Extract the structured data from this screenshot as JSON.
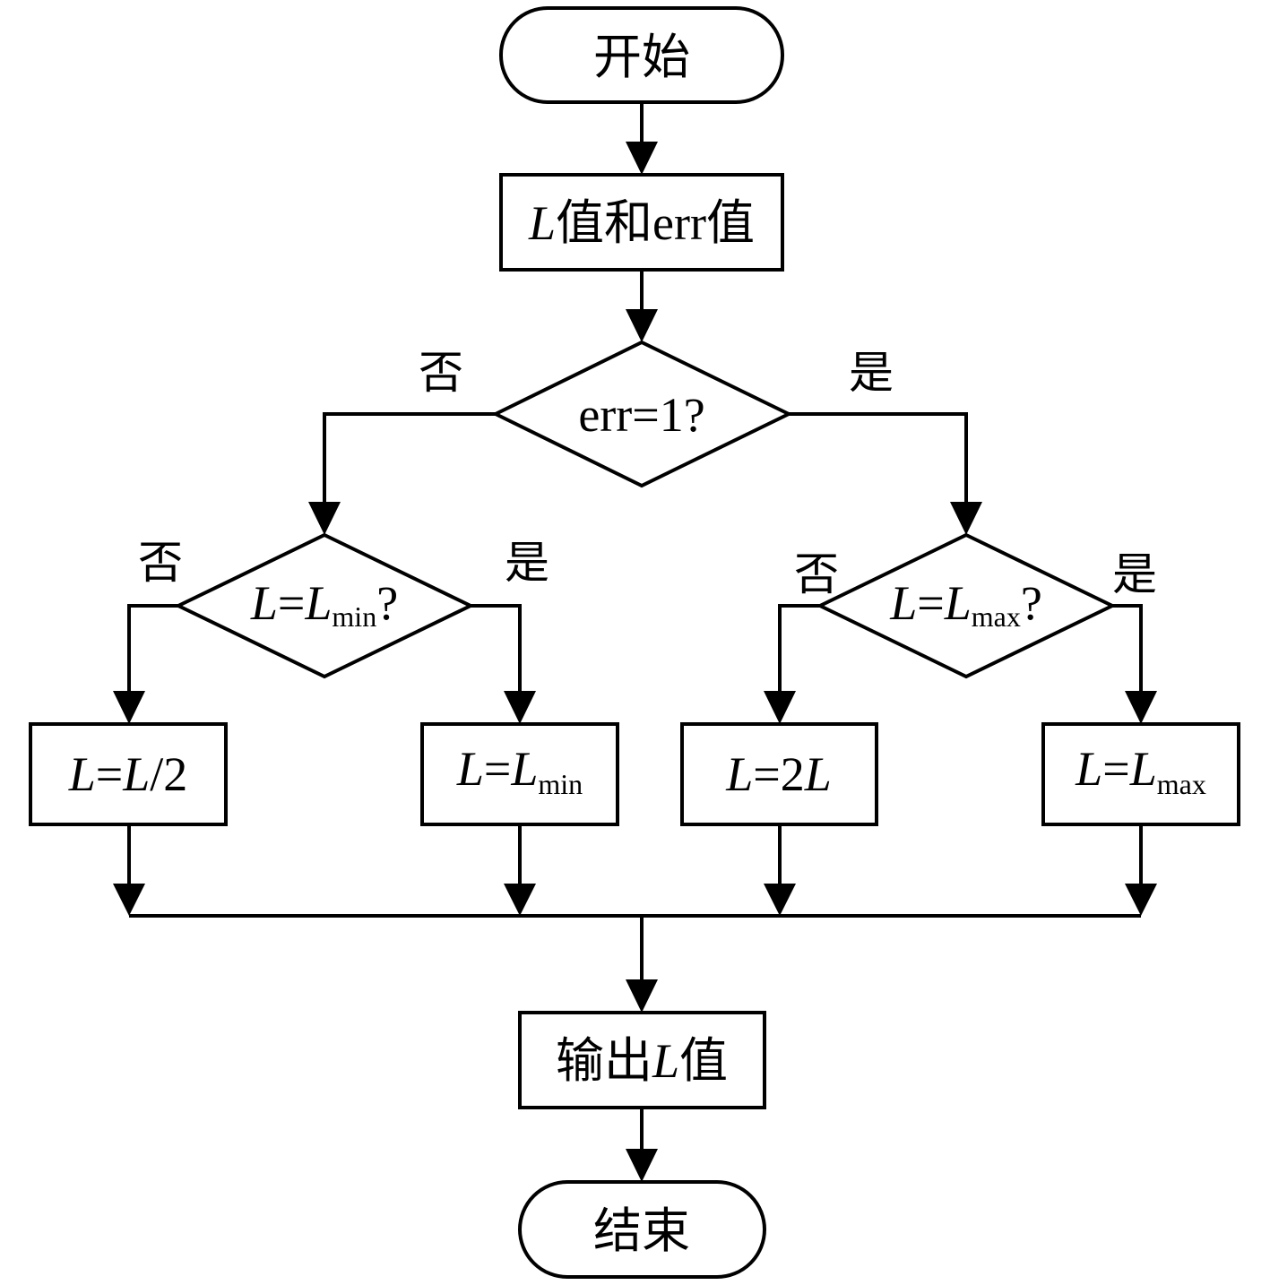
{
  "colors": {
    "stroke": "#000000",
    "fill": "#ffffff",
    "text": "#000000"
  },
  "nodes": {
    "start": {
      "label": "开始"
    },
    "input": {
      "var": "L",
      "label": "值和err值"
    },
    "decision_err": {
      "label": "err=1?"
    },
    "decision_min": {
      "var": "L",
      "eq": "=",
      "var2": "L",
      "sub": "min",
      "q": "?"
    },
    "decision_max": {
      "var": "L",
      "eq": "=",
      "var2": "L",
      "sub": "max",
      "q": "?"
    },
    "halve": {
      "var": "L",
      "eq": "=",
      "var2": "L",
      "rest": "/2"
    },
    "set_min": {
      "var": "L",
      "eq": "=",
      "var2": "L",
      "sub": "min"
    },
    "double": {
      "var": "L",
      "eq": "=",
      "num": "2",
      "var2": "L"
    },
    "set_max": {
      "var": "L",
      "eq": "=",
      "var2": "L",
      "sub": "max"
    },
    "output": {
      "prefix": "输出",
      "var": "L",
      "suffix": "值"
    },
    "end": {
      "label": "结束"
    }
  },
  "branch_labels": {
    "err_no": "否",
    "err_yes": "是",
    "min_no": "否",
    "min_yes": "是",
    "max_no": "否",
    "max_yes": "是"
  }
}
